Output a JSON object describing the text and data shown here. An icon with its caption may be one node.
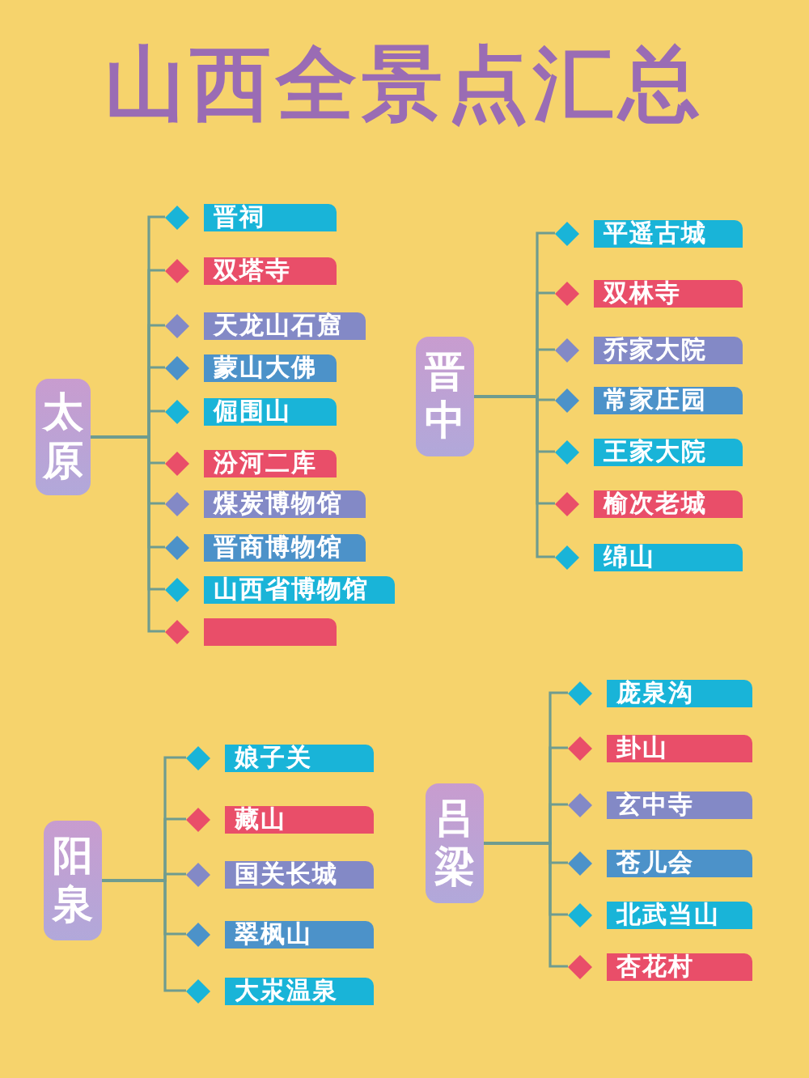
{
  "diagram": {
    "title": "山西全景点汇总",
    "nodes": [
      {
        "text": [
          "太原"
        ]
      },
      {
        "text": [
          "晋祠"
        ]
      },
      {
        "text": [
          "双塔寺"
        ]
      },
      {
        "text": [
          "天龙山石窟"
        ]
      },
      {
        "text": [
          "蒙山大佛"
        ]
      },
      {
        "text": [
          "倔围山"
        ]
      },
      {
        "text": [
          "汾河二库"
        ]
      },
      {
        "text": [
          "煤炭博物馆"
        ]
      },
      {
        "text": [
          "晋商博物馆"
        ]
      },
      {
        "text": [
          "山西省博物馆"
        ]
      },
      {
        "text": [],
        "shape": "bar"
      },
      {
        "text": [
          "晋中"
        ]
      },
      {
        "text": [
          "平遥古城"
        ]
      },
      {
        "text": [
          "双林寺"
        ]
      },
      {
        "text": [
          "乔家大院"
        ]
      },
      {
        "text": [
          "常家庄园"
        ]
      },
      {
        "text": [
          "王家大院"
        ]
      },
      {
        "text": [
          "榆次老城"
        ]
      },
      {
        "text": [
          "绵山"
        ]
      },
      {
        "text": [
          "阳泉"
        ]
      },
      {
        "text": [
          "娘子关"
        ]
      },
      {
        "text": [
          "藏山"
        ]
      },
      {
        "text": [
          "国关长城"
        ]
      },
      {
        "text": [
          "翠枫山"
        ]
      },
      {
        "text": [
          "大汖温泉"
        ]
      },
      {
        "text": [
          "吕梁"
        ]
      },
      {
        "text": [
          "庞泉沟"
        ]
      },
      {
        "text": [
          "卦山"
        ]
      },
      {
        "text": [
          "玄中寺"
        ]
      },
      {
        "text": [
          "苍儿会"
        ]
      },
      {
        "text": [
          "北武当山"
        ]
      },
      {
        "text": [
          "杏花村"
        ]
      }
    ],
    "edges": [
      {
        "from": 0,
        "to": 1,
        "arrow": "none"
      },
      {
        "from": 0,
        "to": 2,
        "arrow": "none"
      },
      {
        "from": 0,
        "to": 3,
        "arrow": "none"
      },
      {
        "from": 0,
        "to": 4,
        "arrow": "none"
      },
      {
        "from": 0,
        "to": 5,
        "arrow": "none"
      },
      {
        "from": 0,
        "to": 6,
        "arrow": "none"
      },
      {
        "from": 0,
        "to": 7,
        "arrow": "none"
      },
      {
        "from": 0,
        "to": 8,
        "arrow": "none"
      },
      {
        "from": 0,
        "to": 9,
        "arrow": "none"
      },
      {
        "from": 0,
        "to": 10,
        "arrow": "none"
      },
      {
        "from": 11,
        "to": 12,
        "arrow": "none"
      },
      {
        "from": 11,
        "to": 13,
        "arrow": "none"
      },
      {
        "from": 11,
        "to": 14,
        "arrow": "none"
      },
      {
        "from": 11,
        "to": 15,
        "arrow": "none"
      },
      {
        "from": 11,
        "to": 16,
        "arrow": "none"
      },
      {
        "from": 11,
        "to": 17,
        "arrow": "none"
      },
      {
        "from": 11,
        "to": 18,
        "arrow": "none"
      },
      {
        "from": 19,
        "to": 20,
        "arrow": "none"
      },
      {
        "from": 19,
        "to": 21,
        "arrow": "none"
      },
      {
        "from": 19,
        "to": 22,
        "arrow": "none"
      },
      {
        "from": 19,
        "to": 23,
        "arrow": "none"
      },
      {
        "from": 19,
        "to": 24,
        "arrow": "none"
      },
      {
        "from": 25,
        "to": 26,
        "arrow": "none"
      },
      {
        "from": 25,
        "to": 27,
        "arrow": "none"
      },
      {
        "from": 25,
        "to": 28,
        "arrow": "none"
      },
      {
        "from": 25,
        "to": 29,
        "arrow": "none"
      },
      {
        "from": 25,
        "to": 30,
        "arrow": "none"
      },
      {
        "from": 25,
        "to": 31,
        "arrow": "none"
      }
    ]
  }
}
